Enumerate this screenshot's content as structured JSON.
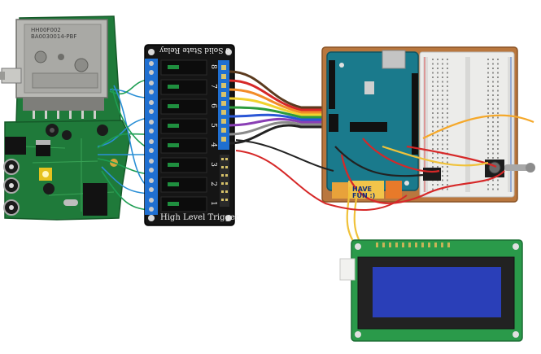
{
  "relay_board": {
    "title": "8 Solid State Relay",
    "trigger_label": "High Level Trigger",
    "channels": [
      "8",
      "7",
      "6",
      "5",
      "4",
      "3",
      "2",
      "1"
    ]
  },
  "tuner": {
    "code_line1": "HH00F002",
    "code_line2": "BA0030014-PBF"
  },
  "arduino_board": {
    "sticker_text": "HAVE",
    "sticker_text2": "FUN :)"
  },
  "colors": {
    "pcb_green": "#1f7a3a",
    "relay_board": "#151515",
    "terminal_blue": "#1f6fd1",
    "breadboard": "#b9773e",
    "lcd_screen": "#2a3fb8",
    "ribbon": [
      "#5b3a1e",
      "#d62828",
      "#f28c28",
      "#f2d22e",
      "#2c9b3c",
      "#2a56d6",
      "#8a3fb5",
      "#8a8a8a",
      "#222222"
    ]
  }
}
